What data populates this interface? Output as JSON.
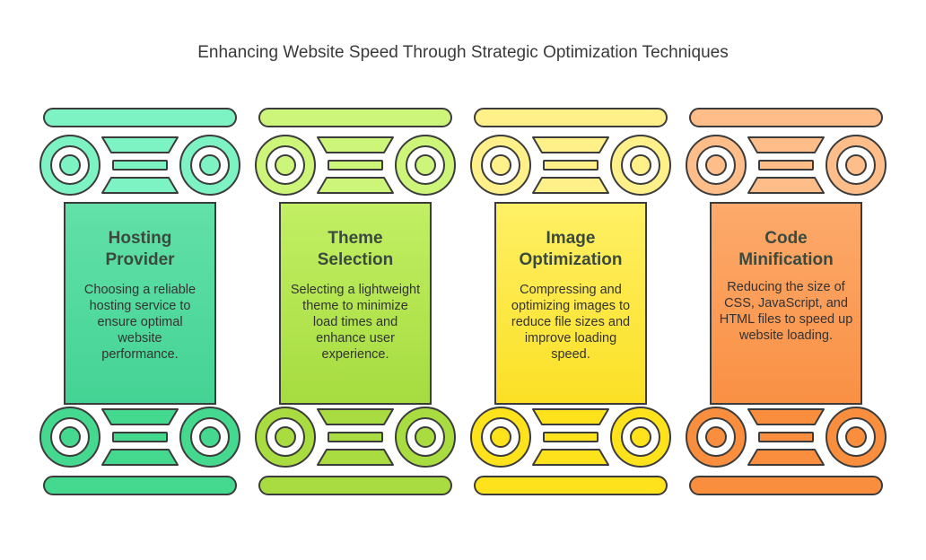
{
  "title": "Enhancing Website Speed Through Strategic Optimization Techniques",
  "pillars": [
    {
      "heading_line1": "Hosting",
      "heading_line2": "Provider",
      "description": "Choosing a reliable hosting service to ensure optimal website performance.",
      "colors": {
        "top": "#7df2c2",
        "body_top": "#62e0a8",
        "body_bottom": "#44d394",
        "base": "#44d98e"
      }
    },
    {
      "heading_line1": "Theme",
      "heading_line2": "Selection",
      "description": "Selecting a lightweight theme to minimize load times and enhance user experience.",
      "colors": {
        "top": "#ccf57a",
        "body_top": "#c2ef64",
        "body_bottom": "#a6dc3f",
        "base": "#a8dc40"
      }
    },
    {
      "heading_line1": "Image",
      "heading_line2": "Optimization",
      "description": "Compressing and optimizing images to reduce file sizes and improve loading speed.",
      "colors": {
        "top": "#fff08a",
        "body_top": "#fff066",
        "body_bottom": "#fbe025",
        "base": "#fde21c"
      }
    },
    {
      "heading_line1": "Code",
      "heading_line2": "Minification",
      "description": "Reducing the size of CSS, JavaScript, and HTML files to speed up website loading.",
      "colors": {
        "top": "#ffbd8a",
        "body_top": "#fdaa6c",
        "body_bottom": "#f99044",
        "base": "#f88e3e"
      }
    }
  ]
}
